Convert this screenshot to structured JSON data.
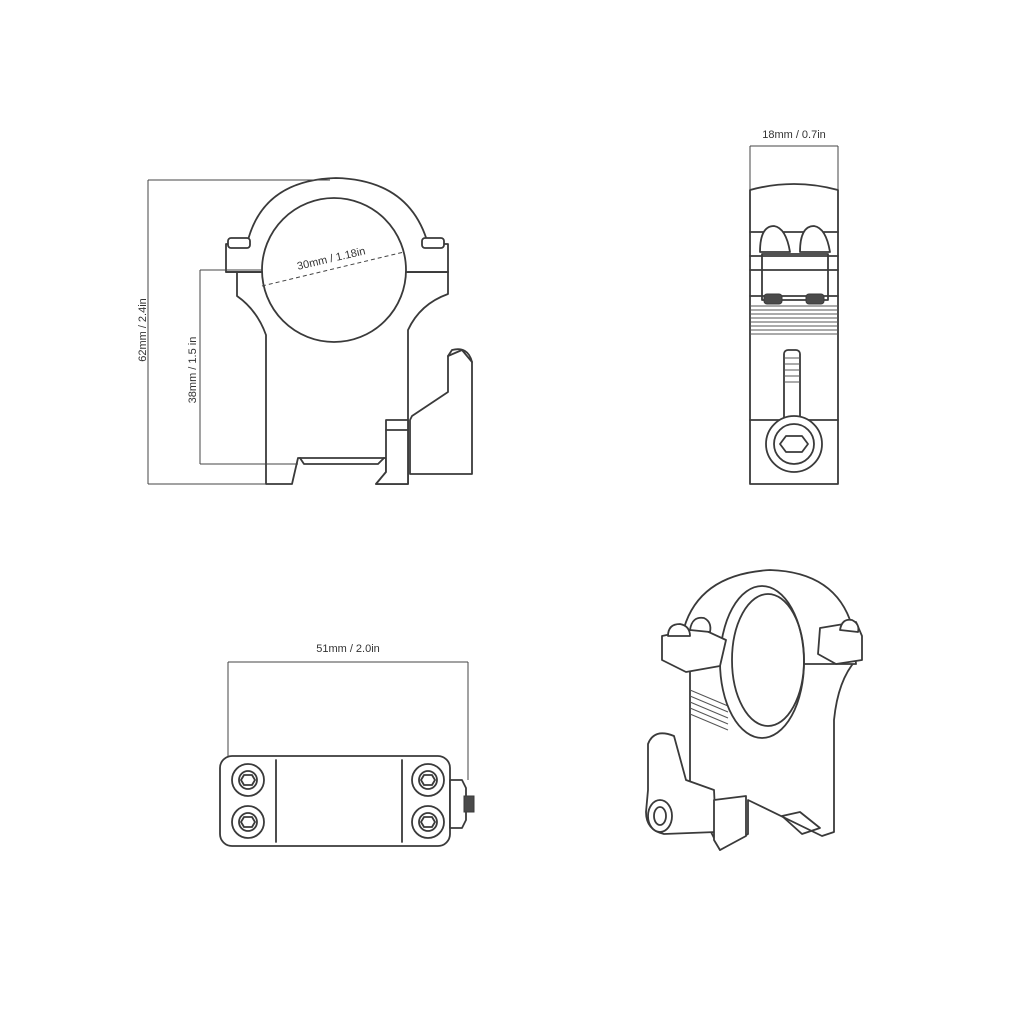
{
  "dimensions": {
    "height_total": "62mm / 2.4in",
    "height_center": "38mm / 1.5 in",
    "ring_diameter": "30mm / 1.18in",
    "width": "18mm / 0.7in",
    "length": "51mm / 2.0in"
  },
  "colors": {
    "line": "#3a3a3a",
    "background": "#ffffff"
  }
}
